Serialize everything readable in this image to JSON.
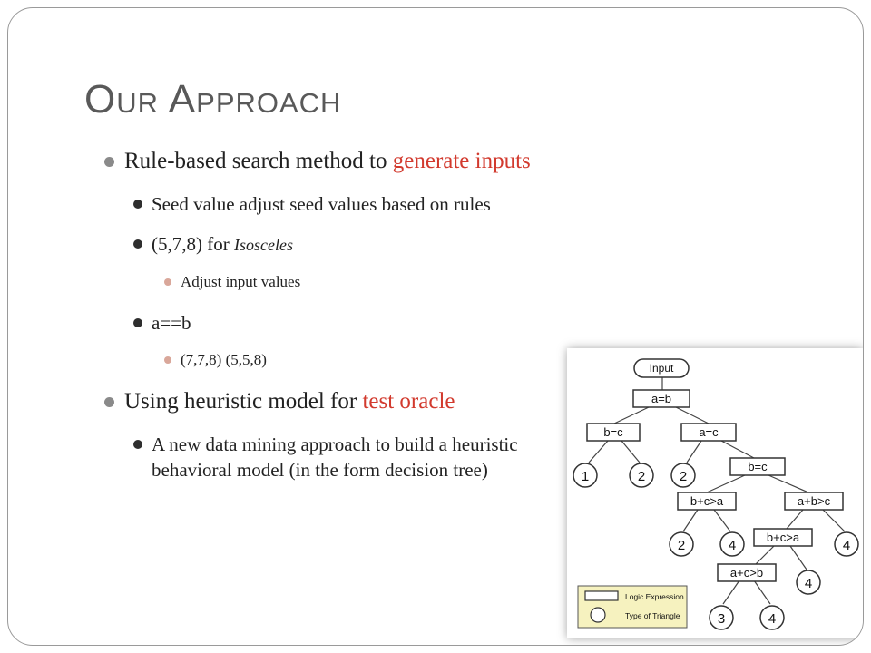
{
  "slide": {
    "title": "Our Approach",
    "bullets": {
      "b1": {
        "pre": "Rule-based search method to ",
        "emph": "generate inputs"
      },
      "b1_1": "Seed value adjust seed values based on rules",
      "b1_2": {
        "pre": "(5,7,8) for ",
        "emph": "Isosceles"
      },
      "b1_2_1": "Adjust input values",
      "b1_3": "a==b",
      "b1_3_1": "(7,7,8) (5,5,8)",
      "b2": {
        "pre": "Using heuristic model for ",
        "emph": "test oracle"
      },
      "b2_1": "A new data mining approach to build a heuristic behavioral model (in the form decision tree)"
    },
    "colors": {
      "accent": "#d23a2e",
      "title": "#595959",
      "text": "#222222"
    }
  },
  "tree": {
    "root": "Input",
    "n_ab": "a=b",
    "n_bc_left": "b=c",
    "n_ac": "a=c",
    "leaf_1": "1",
    "leaf_2a": "2",
    "leaf_2b": "2",
    "n_bc_right": "b=c",
    "n_bca_1": "b+c>a",
    "n_abc": "a+b>c",
    "leaf_2c": "2",
    "leaf_4a": "4",
    "n_bca_2": "b+c>a",
    "leaf_4b": "4",
    "n_acb": "a+c>b",
    "leaf_4c": "4",
    "leaf_3": "3",
    "leaf_4d": "4",
    "legend_logic": "Logic Expression",
    "legend_type": "Type of Triangle"
  }
}
